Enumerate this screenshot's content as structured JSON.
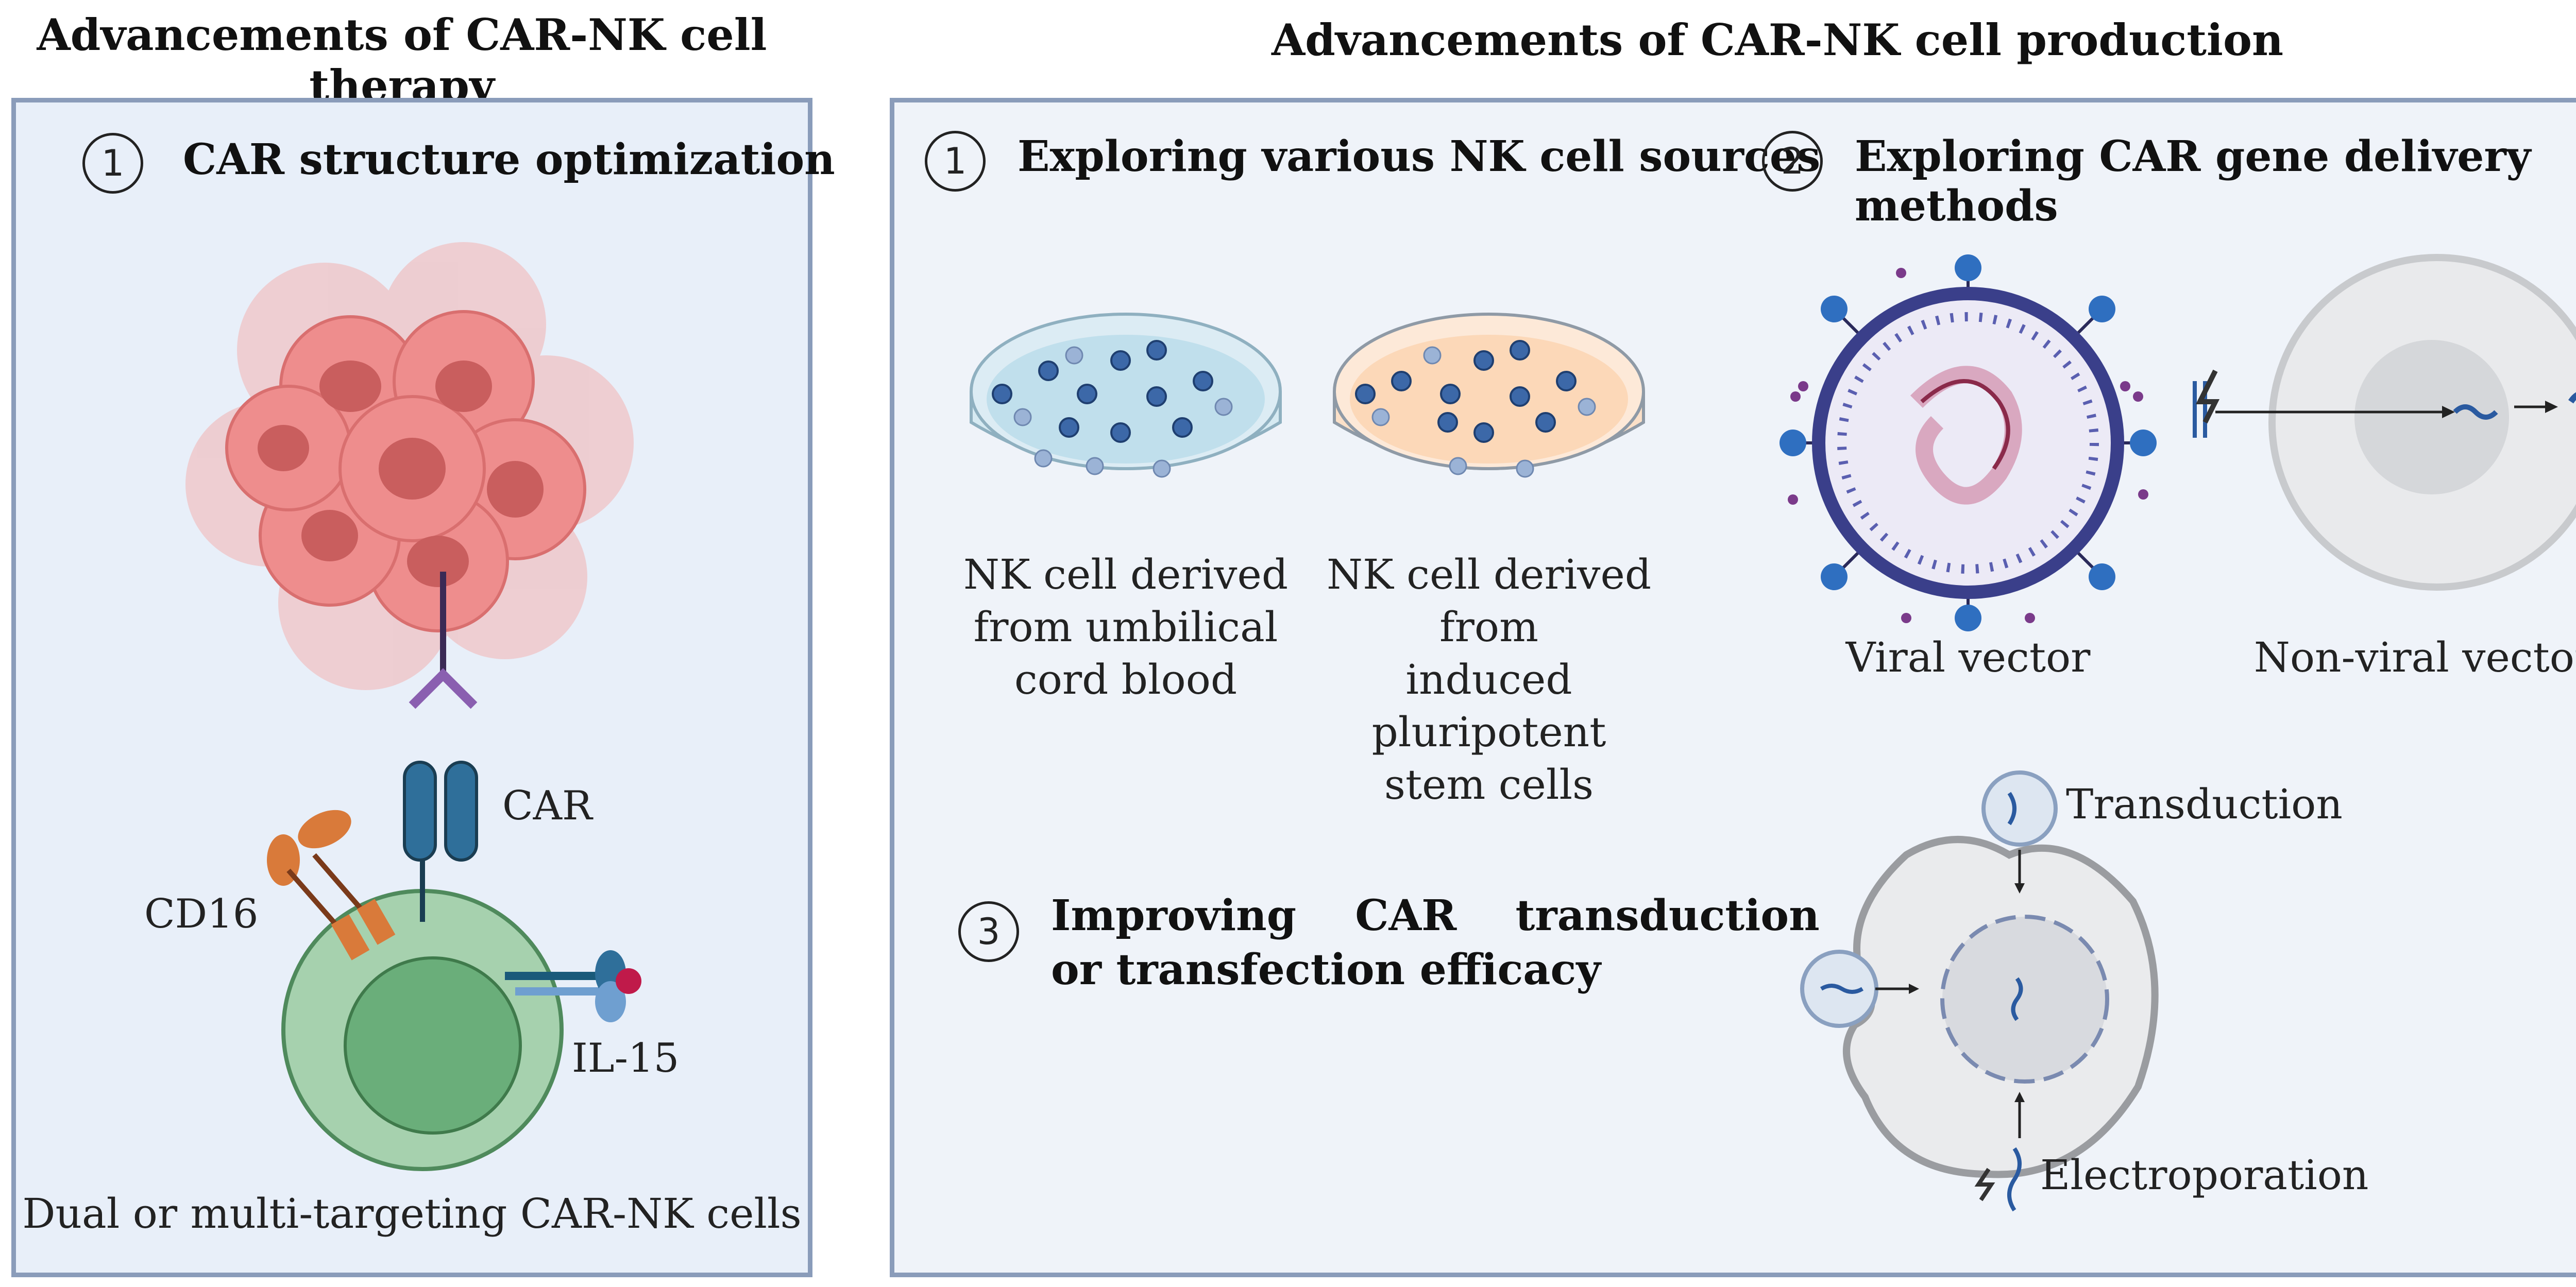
{
  "left_panel": {
    "title": "Advancements of CAR-NK cell therapy",
    "section_number": "1",
    "section_title": "CAR structure optimization",
    "labels": {
      "car": "CAR",
      "cd16": "CD16",
      "il15": "IL-15",
      "caption": "Dual or multi-targeting CAR-NK cells"
    },
    "colors": {
      "panel_bg": "#e8eff9",
      "border": "#8a9cba"
    }
  },
  "right_panel": {
    "title": "Advancements of CAR-NK cell production",
    "section1": {
      "number": "1",
      "title": "Exploring various NK cell sources",
      "dish1_caption": [
        "NK cell derived",
        "from umbilical",
        "cord blood"
      ],
      "dish2_caption": [
        "NK cell derived from",
        "induced pluripotent",
        "stem cells"
      ]
    },
    "section2": {
      "number": "2",
      "title": "Exploring CAR gene delivery methods",
      "viral_label": "Viral vector",
      "nonviral_label": "Non-viral vector"
    },
    "section3": {
      "number": "3",
      "title_line1": "Improving    CAR    transduction",
      "title_line2": "or transfection efficacy",
      "transduction_label": "Transduction",
      "electroporation_label": "Electroporation"
    },
    "colors": {
      "panel_bg": "#eff3f9",
      "border": "#8a9cba"
    }
  }
}
